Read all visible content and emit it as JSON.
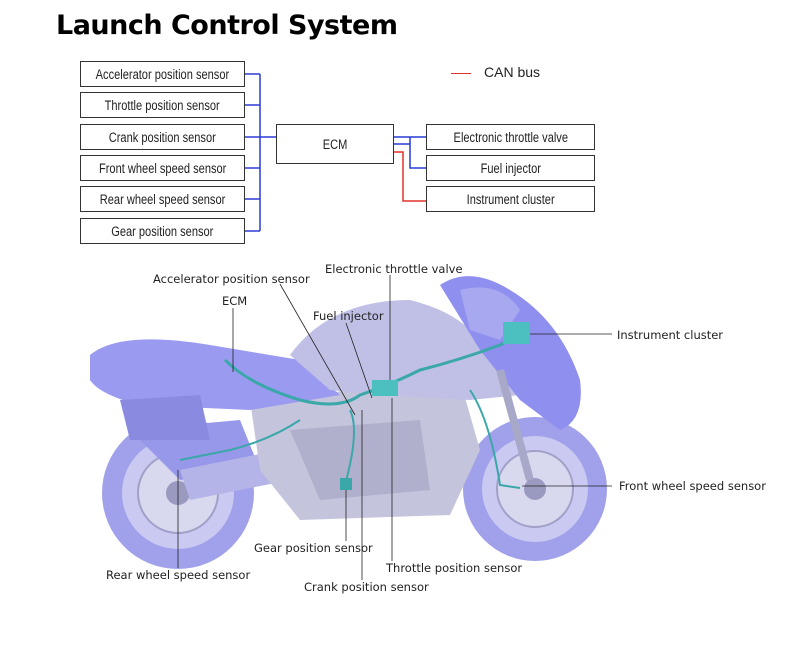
{
  "title": "Launch Control System",
  "legend": {
    "label": "CAN bus",
    "color": "#e0322b"
  },
  "block_diagram": {
    "inputs": [
      "Accelerator position sensor",
      "Throttle position sensor",
      "Crank position sensor",
      "Front wheel speed sensor",
      "Rear wheel speed sensor",
      "Gear position sensor"
    ],
    "controller": "ECM",
    "outputs": [
      "Electronic throttle valve",
      "Fuel injector",
      "Instrument cluster"
    ],
    "line_colors": {
      "signal": "#2a3bd6",
      "can_bus": "#e0322b"
    }
  },
  "illustration": {
    "callouts": {
      "accelerator": "Accelerator position sensor",
      "ecm": "ECM",
      "throttle_valve": "Electronic throttle valve",
      "fuel_injector": "Fuel injector",
      "instrument_cluster": "Instrument cluster",
      "front_wheel": "Front wheel speed sensor",
      "gear": "Gear position sensor",
      "rear_wheel": "Rear wheel speed sensor",
      "throttle_position": "Throttle position sensor",
      "crank": "Crank position sensor"
    },
    "colors": {
      "body_tint": "#8c8cf0",
      "harness": "#3aa7a8"
    }
  }
}
